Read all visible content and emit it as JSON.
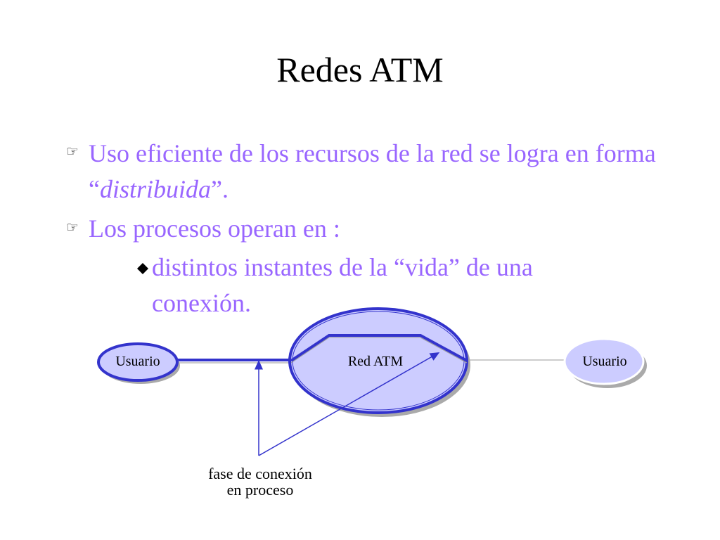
{
  "slide": {
    "title": "Redes ATM",
    "bullets": {
      "b1_pre": "Uso eficiente de los recursos de la red se logra en forma “",
      "b1_em": "distribuida",
      "b1_post": "”.",
      "b2": "Los procesos operan en :",
      "sub1": "distintos instantes de la “vida” de una conexión."
    },
    "icons": {
      "bullet": "pointing-hand-icon",
      "sub_bullet": "diamond-icon"
    },
    "colors": {
      "bullet_text": "#9966ff",
      "diagram_stroke": "#3333cc",
      "node_fill": "#ccccff"
    }
  },
  "diagram": {
    "left_user": "Usuario",
    "network": "Red ATM",
    "right_user": "Usuario",
    "caption_line1": "fase de conexión",
    "caption_line2": "en proceso"
  }
}
